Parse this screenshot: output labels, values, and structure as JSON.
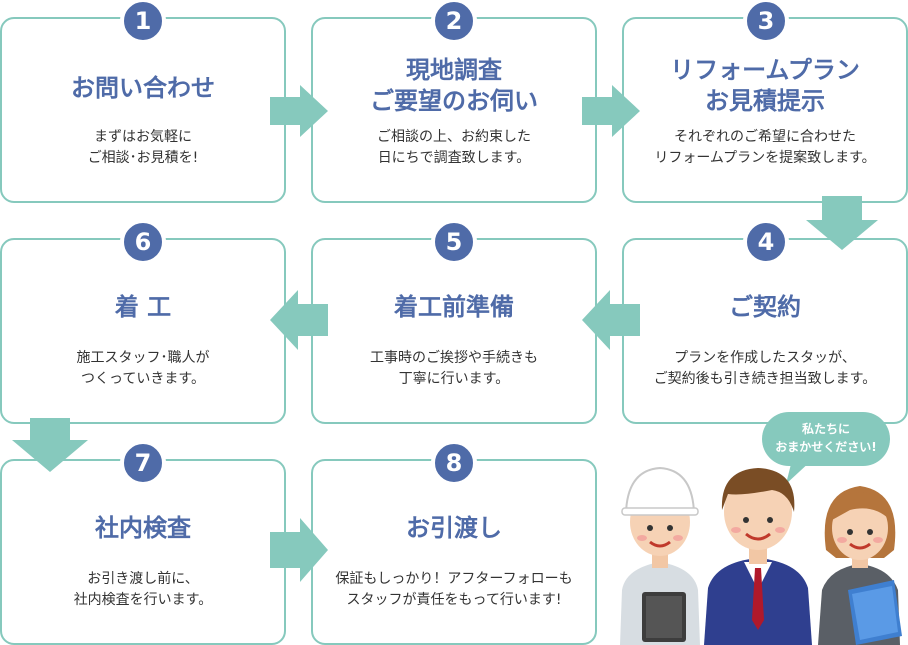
{
  "steps": [
    {
      "num": "1",
      "title": [
        "お問い合わせ"
      ],
      "desc": [
        "まずはお気軽に",
        "ご相談･お見積を!"
      ]
    },
    {
      "num": "2",
      "title": [
        "現地調査",
        "ご要望のお伺い"
      ],
      "desc": [
        "ご相談の上、お約束した",
        "日にちで調査致します。"
      ]
    },
    {
      "num": "3",
      "title": [
        "リフォームプラン",
        "お見積提示"
      ],
      "desc": [
        "それぞれのご希望に合わせた",
        "リフォームプランを提案致します。"
      ]
    },
    {
      "num": "4",
      "title": [
        "ご契約"
      ],
      "desc": [
        "プランを作成したスタッが、",
        "ご契約後も引き続き担当致します。"
      ]
    },
    {
      "num": "5",
      "title": [
        "着工前準備"
      ],
      "desc": [
        "工事時のご挨拶や手続きも",
        "丁寧に行います。"
      ]
    },
    {
      "num": "6",
      "title": [
        "着 工"
      ],
      "desc": [
        "施工スタッフ･職人が",
        "つくっていきます。"
      ]
    },
    {
      "num": "7",
      "title": [
        "社内検査"
      ],
      "desc": [
        "お引き渡し前に、",
        "社内検査を行います。"
      ]
    },
    {
      "num": "8",
      "title": [
        "お引渡し"
      ],
      "desc": [
        "保証もしっかり！アフターフォローも",
        "スタッフが責任をもって行います!"
      ]
    }
  ],
  "bubble": [
    "私たちに",
    "おまかせください!"
  ],
  "colors": {
    "accent": "#4f6ba8",
    "border": "#86c9bd",
    "arrow": "#86c9bd"
  }
}
